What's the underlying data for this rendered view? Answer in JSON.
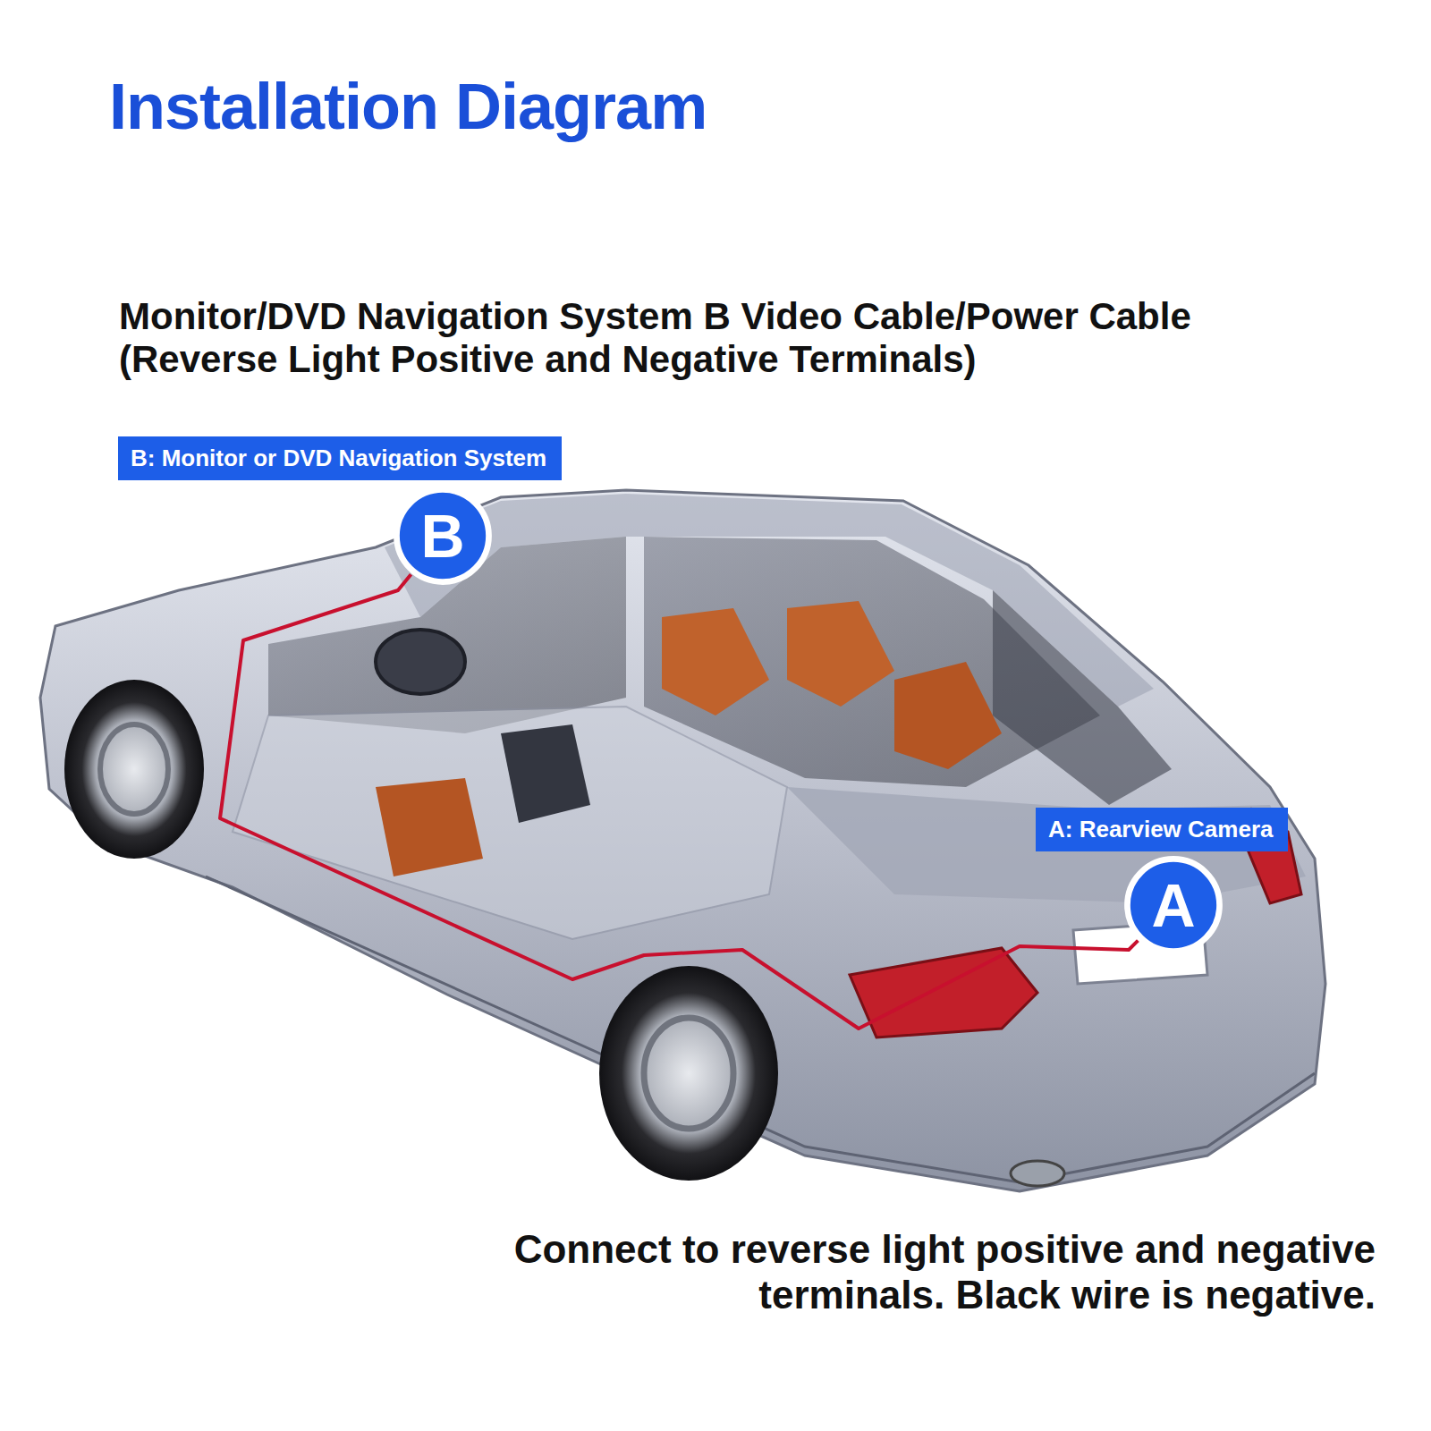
{
  "diagram": {
    "title": "Installation Diagram",
    "nodes": [
      {
        "text": [
          "B: Monitor or DVD Navigation System"
        ]
      },
      {
        "text": [
          "B"
        ]
      },
      {
        "text": [
          "A: Rearview Camera"
        ]
      },
      {
        "text": [
          "A"
        ]
      }
    ],
    "edges": [
      {
        "from": 1,
        "to": 3,
        "arrow": "none"
      }
    ],
    "labels": [
      "Monitor/DVD Navigation System B Video Cable/Power Cable (Reverse Light Positive and Negative Terminals)",
      "Connect to reverse light positive and negative terminals. Black wire is negative."
    ]
  }
}
